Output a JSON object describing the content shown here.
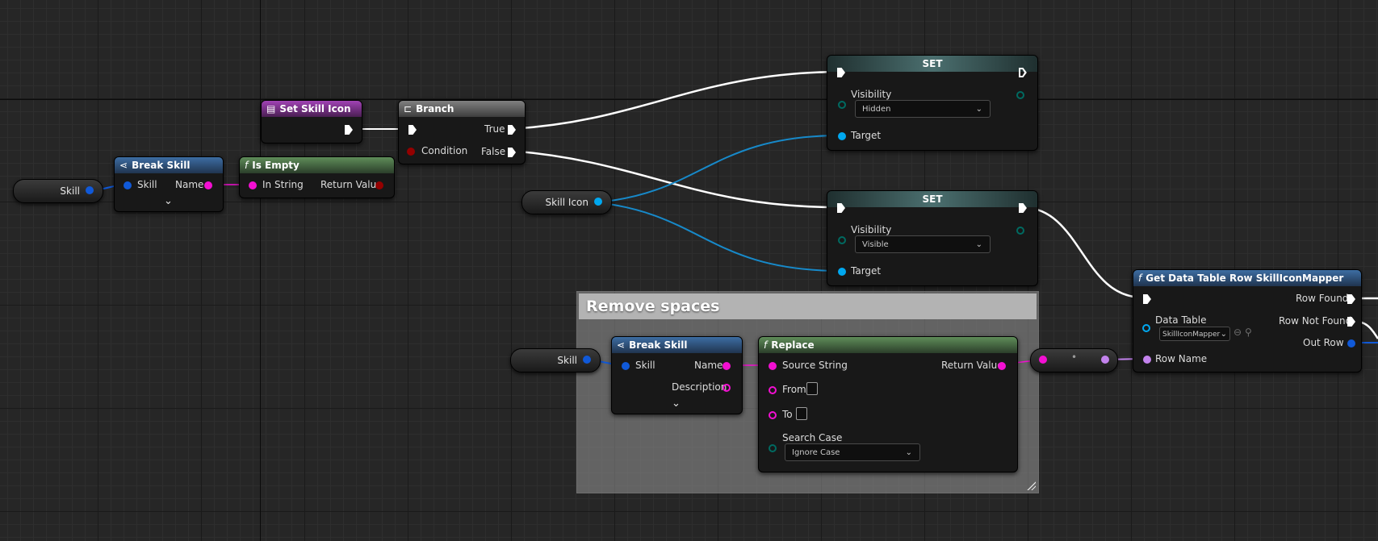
{
  "nodes": {
    "skill_var_1": {
      "label": "Skill"
    },
    "break_skill_1": {
      "title": "Break Skill",
      "pin_skill": "Skill",
      "pin_name": "Name"
    },
    "is_empty": {
      "title": "Is Empty",
      "pin_in": "In String",
      "pin_out": "Return Value"
    },
    "set_skill_icon": {
      "title": "Set Skill Icon"
    },
    "branch": {
      "title": "Branch",
      "pin_condition": "Condition",
      "pin_true": "True",
      "pin_false": "False"
    },
    "set_1": {
      "title": "SET",
      "pin_visibility": "Visibility",
      "visibility_value": "Hidden",
      "pin_target": "Target"
    },
    "set_2": {
      "title": "SET",
      "pin_visibility": "Visibility",
      "visibility_value": "Visible",
      "pin_target": "Target"
    },
    "skill_icon_var": {
      "label": "Skill Icon"
    },
    "skill_var_2": {
      "label": "Skill"
    },
    "break_skill_2": {
      "title": "Break Skill",
      "pin_skill": "Skill",
      "pin_name": "Name",
      "pin_description": "Description"
    },
    "replace": {
      "title": "Replace",
      "pin_source": "Source String",
      "pin_from": "From",
      "pin_to": "To",
      "pin_search_case": "Search Case",
      "search_case_value": "Ignore Case",
      "pin_return": "Return Value"
    },
    "get_data_table_row": {
      "title": "Get Data Table Row SkillIconMapper",
      "pin_data_table": "Data Table",
      "data_table_value": "SkillIconMapper",
      "pin_row_found": "Row Found",
      "pin_row_not_found": "Row Not Found",
      "pin_out_row": "Out Row",
      "pin_row_name": "Row Name"
    }
  },
  "comment": {
    "title": "Remove spaces"
  },
  "icons": {
    "break_struct": "break-struct-icon",
    "function": "function-icon",
    "event": "event-graph-icon",
    "branch": "branch-icon",
    "chevron": "chevron-down-icon",
    "asset_browse": "asset-browse-icon",
    "search": "search-icon"
  },
  "colors": {
    "exec": "#ffffff",
    "string": "#f30fd2",
    "struct": "#1059d8",
    "object": "#00a8f0",
    "boolean": "#940000",
    "byte_enum": "#006a61",
    "name": "#c383ed"
  }
}
